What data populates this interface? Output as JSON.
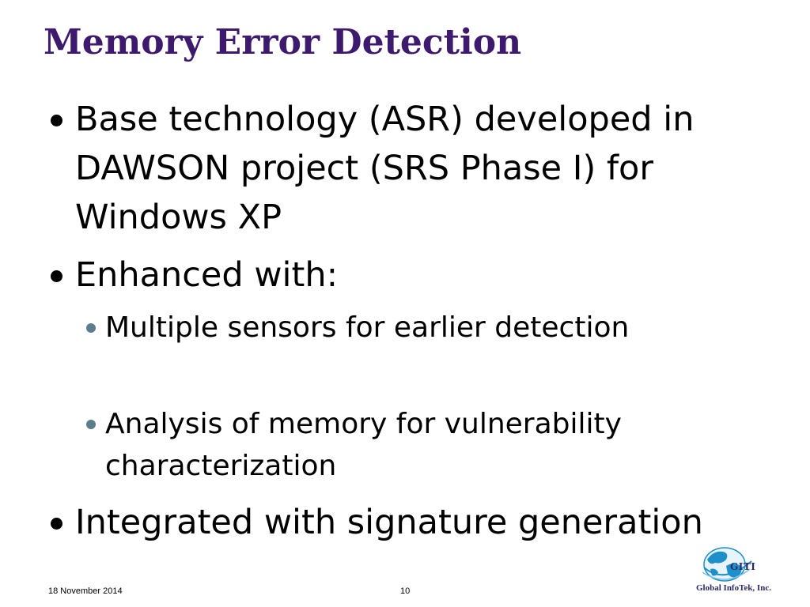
{
  "slide": {
    "title": "Memory Error Detection",
    "bullets": [
      {
        "level": 1,
        "text": "Base technology (ASR) developed in DAWSON project (SRS Phase I) for Windows XP"
      },
      {
        "level": 1,
        "text": "Enhanced with:"
      },
      {
        "level": 2,
        "text": "Multiple sensors for earlier detection"
      },
      {
        "level": 2,
        "text": "Analysis of memory for vulnerability characterization"
      },
      {
        "level": 1,
        "text": "Integrated with signature generation"
      }
    ]
  },
  "footer": {
    "date": "18 November 2014",
    "page_number": "10"
  },
  "logo": {
    "icon": "globe-logo-icon",
    "word": "GITI",
    "company": "Global InfoTek, Inc."
  },
  "colors": {
    "title": "#3d1a6e",
    "bullet_level1": "#000000",
    "bullet_level2": "#5c7d8c",
    "logo_blue": "#1e8fc8",
    "logo_text": "#2c2a6b"
  }
}
